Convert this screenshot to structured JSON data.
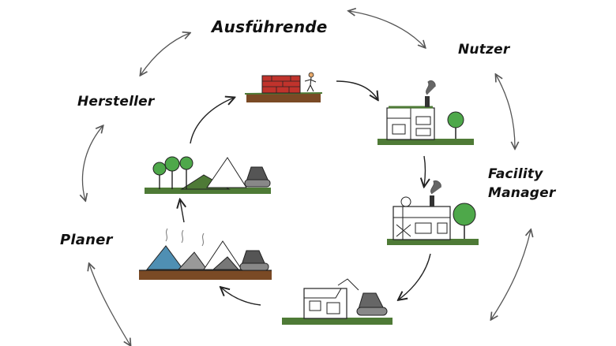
{
  "labels": {
    "ausfuehrende": "Ausführende",
    "nutzer": "Nutzer",
    "hersteller": "Hersteller",
    "planer": "Planer",
    "facility_line1": "Facility",
    "facility_line2": "Manager"
  },
  "colors": {
    "ink": "#222222",
    "arrow": "#555555",
    "ground_green": "#4e7a36",
    "soil_brown": "#7a4a25",
    "brick_red": "#c0332c",
    "tree_green": "#4ea84a",
    "mountain_blue": "#4f8fb3",
    "smoke_gray": "#666666"
  }
}
